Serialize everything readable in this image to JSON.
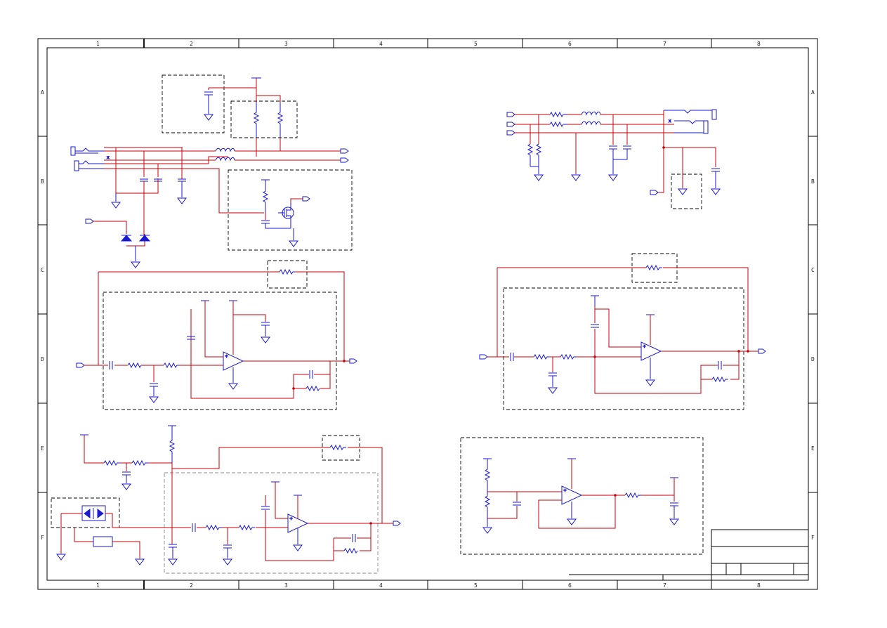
{
  "sheet": {
    "columns": [
      "1",
      "2",
      "3",
      "4",
      "5",
      "6",
      "7",
      "8"
    ],
    "rows": [
      "A",
      "B",
      "C",
      "D",
      "E",
      "F"
    ]
  },
  "colors": {
    "wire": "#c8000a",
    "component": "#1a1ad0",
    "frame": "#000000",
    "background": "#ffffff"
  },
  "title_block": {
    "visible_text": []
  }
}
